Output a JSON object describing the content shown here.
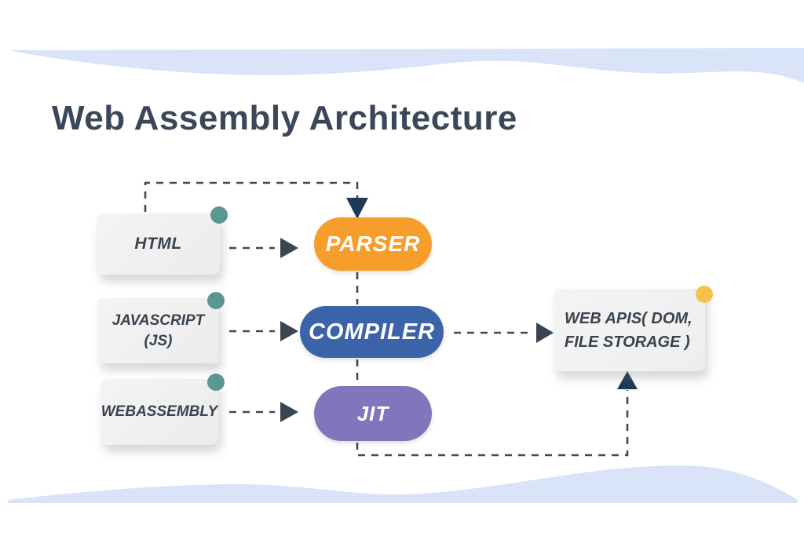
{
  "title": "Web Assembly Architecture",
  "diagram": {
    "sources": [
      {
        "id": "html",
        "label": "HTML"
      },
      {
        "id": "javascript",
        "lines": [
          "JAVASCRIPT",
          "(JS)"
        ]
      },
      {
        "id": "webassembly",
        "label": "WEBASSEMBLY"
      }
    ],
    "stages": [
      {
        "id": "parser",
        "label": "PARSER",
        "color": "#F69D2C"
      },
      {
        "id": "compiler",
        "label": "COMPILER",
        "color": "#3A63A9"
      },
      {
        "id": "jit",
        "label": "JIT",
        "color": "#8076BB"
      }
    ],
    "output": {
      "id": "web-apis",
      "lines": [
        "WEB APIS( DOM,",
        "FILE STORAGE )"
      ],
      "dot_color": "#F6C14A"
    },
    "flows": [
      "HTML -> PARSER",
      "JAVASCRIPT (JS) -> COMPILER",
      "WEBASSEMBLY -> JIT",
      "COMPILER -> WEB APIS( DOM, FILE STORAGE )",
      "JIT -> WEB APIS( DOM, FILE STORAGE )",
      "HTML -> PARSER (top loop)"
    ]
  },
  "colors": {
    "background": "#FFFFFF",
    "wave": "#D9E4F8",
    "node_fill": "#EFEFEF",
    "title_text": "#3A4759",
    "label_text": "#39434F",
    "connector": "#3E4A58",
    "arrowhead": "#2A3A50",
    "accent_teal": "#5B9792",
    "accent_yellow": "#F6C14A"
  }
}
